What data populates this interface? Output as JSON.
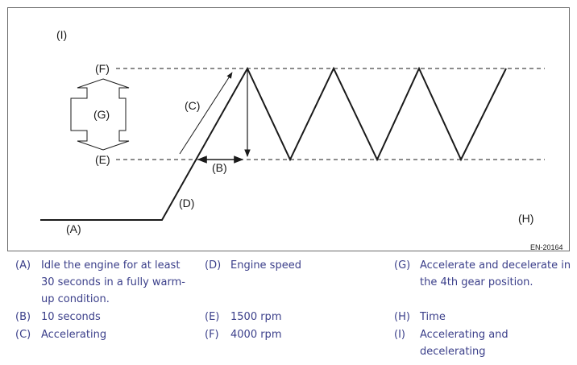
{
  "diagram": {
    "labels": {
      "I": "(I)",
      "F": "(F)",
      "G": "(G)",
      "E": "(E)",
      "C": "(C)",
      "B": "(B)",
      "D": "(D)",
      "A": "(A)",
      "H": "(H)"
    },
    "code": "EN-20164",
    "colors": {
      "line": "#1a1a1a",
      "frame": "#6b6b6b",
      "legend_text": "#3b3f8a"
    }
  },
  "legend": [
    {
      "key": "(A)",
      "lines": [
        "Idle the engine for at least",
        "30 seconds in a fully warm-",
        "up condition."
      ]
    },
    {
      "key": "(B)",
      "lines": [
        "10 seconds"
      ]
    },
    {
      "key": "(C)",
      "lines": [
        "Accelerating"
      ]
    },
    {
      "key": "(D)",
      "lines": [
        "Engine speed"
      ]
    },
    {
      "key": "(E)",
      "lines": [
        "1500 rpm"
      ]
    },
    {
      "key": "(F)",
      "lines": [
        "4000 rpm"
      ]
    },
    {
      "key": "(G)",
      "lines": [
        "Accelerate and decelerate in",
        "the 4th gear position."
      ]
    },
    {
      "key": "(H)",
      "lines": [
        "Time"
      ]
    },
    {
      "key": "(I)",
      "lines": [
        "Accelerating and",
        "decelerating"
      ]
    }
  ]
}
